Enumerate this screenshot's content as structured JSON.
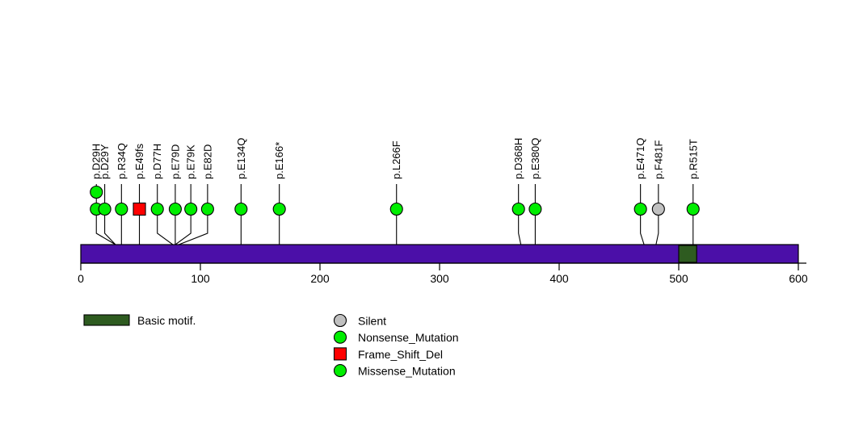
{
  "chart_data": {
    "type": "lollipop",
    "title": "",
    "xlabel": "",
    "ylabel": "",
    "xlim": [
      0,
      600
    ],
    "axis": {
      "ticks": [
        0,
        100,
        200,
        300,
        400,
        500,
        600
      ],
      "tick_labels": [
        "0",
        "100",
        "200",
        "300",
        "400",
        "500",
        "600"
      ]
    },
    "protein": {
      "length": 600,
      "color": "#4B0FA8",
      "domains": [
        {
          "name": "Basic motif.",
          "start": 500,
          "end": 515,
          "color": "#2E5B20"
        }
      ]
    },
    "mutations": [
      {
        "label": "p.D29H",
        "position": 13,
        "count": 2,
        "type": "Missense_Mutation",
        "color": "#00EE00",
        "shape": "circle"
      },
      {
        "label": "p.D29Y",
        "position": 20,
        "count": 1,
        "type": "Missense_Mutation",
        "color": "#00EE00",
        "shape": "circle"
      },
      {
        "label": "p.R34Q",
        "position": 34,
        "count": 1,
        "type": "Missense_Mutation",
        "color": "#00EE00",
        "shape": "circle"
      },
      {
        "label": "p.E49fs",
        "position": 49,
        "count": 1,
        "type": "Frame_Shift_Del",
        "color": "#FF0000",
        "shape": "square"
      },
      {
        "label": "p.D77H",
        "position": 64,
        "count": 1,
        "type": "Missense_Mutation",
        "color": "#00EE00",
        "shape": "circle"
      },
      {
        "label": "p.E79D",
        "position": 79,
        "count": 1,
        "type": "Missense_Mutation",
        "color": "#00EE00",
        "shape": "circle"
      },
      {
        "label": "p.E79K",
        "position": 92,
        "count": 1,
        "type": "Missense_Mutation",
        "color": "#00EE00",
        "shape": "circle"
      },
      {
        "label": "p.E82D",
        "position": 106,
        "count": 1,
        "type": "Missense_Mutation",
        "color": "#00EE00",
        "shape": "circle"
      },
      {
        "label": "p.E134Q",
        "position": 134,
        "count": 1,
        "type": "Missense_Mutation",
        "color": "#00EE00",
        "shape": "circle"
      },
      {
        "label": "p.E166*",
        "position": 166,
        "count": 1,
        "type": "Nonsense_Mutation",
        "color": "#00EE00",
        "shape": "circle"
      },
      {
        "label": "p.L266F",
        "position": 264,
        "count": 1,
        "type": "Missense_Mutation",
        "color": "#00EE00",
        "shape": "circle"
      },
      {
        "label": "p.D368H",
        "position": 366,
        "count": 1,
        "type": "Missense_Mutation",
        "color": "#00EE00",
        "shape": "circle"
      },
      {
        "label": "p.E380Q",
        "position": 380,
        "count": 1,
        "type": "Missense_Mutation",
        "color": "#00EE00",
        "shape": "circle"
      },
      {
        "label": "p.E471Q",
        "position": 468,
        "count": 1,
        "type": "Missense_Mutation",
        "color": "#00EE00",
        "shape": "circle"
      },
      {
        "label": "p.F481F",
        "position": 483,
        "count": 1,
        "type": "Silent",
        "color": "#C0C0C0",
        "shape": "circle"
      },
      {
        "label": "p.R515T",
        "position": 512,
        "count": 1,
        "type": "Missense_Mutation",
        "color": "#00EE00",
        "shape": "circle"
      }
    ],
    "stem_anchors": [
      {
        "label": "p.D29H",
        "bar_position": 29
      },
      {
        "label": "p.D29Y",
        "bar_position": 29
      },
      {
        "label": "p.R34Q",
        "bar_position": 34
      },
      {
        "label": "p.E49fs",
        "bar_position": 49
      },
      {
        "label": "p.D77H",
        "bar_position": 77
      },
      {
        "label": "p.E79D",
        "bar_position": 79
      },
      {
        "label": "p.E79K",
        "bar_position": 79
      },
      {
        "label": "p.E82D",
        "bar_position": 82
      },
      {
        "label": "p.E134Q",
        "bar_position": 134
      },
      {
        "label": "p.E166*",
        "bar_position": 166
      },
      {
        "label": "p.L266F",
        "bar_position": 264
      },
      {
        "label": "p.D368H",
        "bar_position": 368
      },
      {
        "label": "p.E380Q",
        "bar_position": 380
      },
      {
        "label": "p.E471Q",
        "bar_position": 471
      },
      {
        "label": "p.F481F",
        "bar_position": 481
      },
      {
        "label": "p.R515T",
        "bar_position": 512
      }
    ],
    "legend": {
      "domain_legend": [
        {
          "label": "Basic motif.",
          "color": "#2E5B20",
          "shape": "rect"
        }
      ],
      "mutation_legend": [
        {
          "label": "Silent",
          "color": "#C0C0C0",
          "shape": "circle"
        },
        {
          "label": "Nonsense_Mutation",
          "color": "#00EE00",
          "shape": "circle"
        },
        {
          "label": "Frame_Shift_Del",
          "color": "#FF0000",
          "shape": "square"
        },
        {
          "label": "Missense_Mutation",
          "color": "#00EE00",
          "shape": "circle"
        }
      ]
    }
  }
}
